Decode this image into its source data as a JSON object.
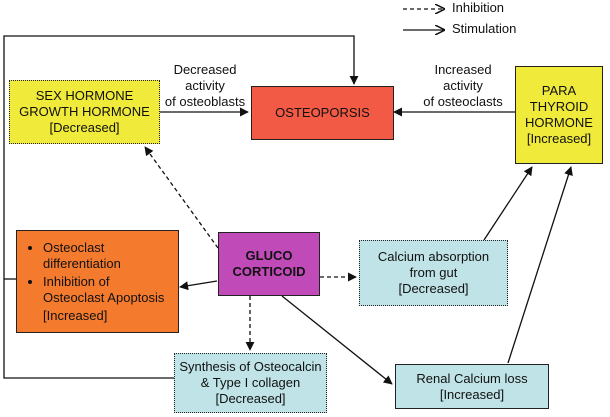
{
  "legend": {
    "inhibition": "Inhibition",
    "stimulation": "Stimulation"
  },
  "nodes": {
    "osteoporosis": {
      "text": "OSTEOPORSIS",
      "fill": "#f25a45"
    },
    "sex_hormone": {
      "line1": "SEX HORMONE",
      "line2": "GROWTH HORMONE",
      "line3": "[Decreased]",
      "fill": "#f0ea3a"
    },
    "para_thyroid": {
      "line1": "PARA",
      "line2": "THYROID",
      "line3": "HORMONE",
      "line4": "[Increased]",
      "fill": "#f0ea3a"
    },
    "glucocorticoid": {
      "line1": "GLUCO",
      "line2": "CORTICOID",
      "fill": "#c04ab8"
    },
    "osteoclast": {
      "bullet1": "Osteoclast differentiation",
      "bullet2": "Inhibition of Osteoclast Apoptosis",
      "status": "[Increased]",
      "fill": "#f47a2e"
    },
    "calcium_absorption": {
      "line1": "Calcium absorption",
      "line2": "from gut",
      "line3": "[Decreased]",
      "fill": "#bfe3e6"
    },
    "osteocalcin": {
      "line1": "Synthesis of Osteocalcin",
      "line2": "& Type I collagen",
      "line3": "[Decreased]",
      "fill": "#bfe3e6"
    },
    "renal": {
      "line1": "Renal Calcium loss",
      "line2": "[Increased]",
      "fill": "#bfe3e6"
    }
  },
  "edge_labels": {
    "decreased": {
      "line1": "Decreased",
      "line2": "activity",
      "line3": "of osteoblasts"
    },
    "increased": {
      "line1": "Increased",
      "line2": "activity",
      "line3": "of osteoclasts"
    }
  }
}
